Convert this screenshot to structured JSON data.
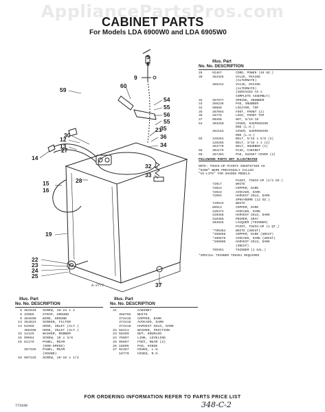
{
  "watermark": "AppliancePartsPros.com",
  "title": "CABINET PARTS",
  "subtitle": "For Models LDA 6900W0 and LDA 6905W0",
  "diagram_code": "A-2777",
  "right_table": {
    "header_1": "Illus. Part",
    "header_2": "No.   No.          DESCRIPTION",
    "rows": [
      [
        "28",
        "92467",
        "CORD, POWER (40 HZ.)"
      ],
      [
        "30",
        "363425",
        "VALVE, MIXING"
      ],
      [
        "",
        "",
        "(ALTERNATE)"
      ],
      [
        "",
        "365212",
        "VALVE, MIXING"
      ],
      [
        "",
        "",
        "(ALTERNATE)"
      ],
      [
        "",
        "",
        "(SERVICED AS A"
      ],
      [
        "",
        "",
        "COMPLETE ASSEMBLY)"
      ],
      [
        "32",
        "357077",
        "SPRING, SNUBBER"
      ],
      [
        "33",
        "356236",
        "PAD, SNUBBER"
      ],
      [
        "34",
        "90689",
        "LOCATOR, TOP"
      ],
      [
        "35",
        "367094",
        "FOOT, FRONT (2)"
      ],
      [
        "36",
        "18778",
        "LOCK, FRONT TOP"
      ],
      [
        "37",
        "90486",
        "NUT, 5/16-18"
      ],
      [
        "54",
        "303250",
        "COVER, SUSPENSION"
      ],
      [
        "",
        "",
        "ROD (L.H.)"
      ],
      [
        "",
        "352163",
        "COVER, SUSPENSION"
      ],
      [
        "",
        "",
        "ROD (L.H.)"
      ],
      [
        "55",
        "126261",
        "BOLT, 5/16 x 5/8 (2)"
      ],
      [
        "",
        "126268",
        "BOLT, 3/16 x 1 (2)"
      ],
      [
        "",
        "353770",
        "BOLT, SNUBBER (1)"
      ],
      [
        "58",
        "301179",
        "PLUG, CABINET"
      ],
      [
        "60",
        "357404",
        "PAD, GUSSET COVER (2)"
      ]
    ],
    "following_note": "FOLLOWING PARTS NOT ILLUSTRATED",
    "note_lines": [
      "NOTE: TOUCH-UP PAINTS IDENTIFIED AS",
      "\"DARK\" WERE PREVIOUSLY CALLED",
      "\"HI-LITE\" FOR SHADED MODELS."
    ],
    "paint_rows": [
      [
        "",
        "PAINT, TOUCH-UP (1/2 OZ.)"
      ],
      [
        "72017",
        "WHITE"
      ],
      [
        "72024",
        "COPPER, DARK"
      ],
      [
        "72023",
        "AVOCADO, DARK"
      ],
      [
        "72092",
        "HARVEST GOLD, DARK"
      ],
      [
        "",
        "SPRAYBOMB (12 OZ.)"
      ],
      [
        "719543",
        "WHITE"
      ],
      [
        "86913",
        "COPPER, DARK"
      ],
      [
        "310372",
        "AVOCADO, DARK"
      ],
      [
        "310358",
        "HARVEST GOLD, DARK"
      ],
      [
        "310388",
        "PRIMER, GRAY"
      ],
      [
        "304925",
        "LACQUER (THINNER)"
      ],
      [
        "",
        "PAINT, TOUCH-UP (1 QT.)"
      ],
      [
        "*799364",
        "WHITE (UNCUT)"
      ],
      [
        "*350858",
        "COPPER, DARK (UNCUT)"
      ],
      [
        "*350679",
        "AVOCADO, DARK (UNCUT)"
      ],
      [
        "*350680",
        "HARVEST GOLD, DARK"
      ],
      [
        "",
        "(UNCUT)"
      ],
      [
        "799351",
        "THINNER (1 GAL.)"
      ]
    ],
    "special_note": "*SPECIAL THINNER 799351 REQUIRED"
  },
  "left_table": {
    "header_1": "Illus. Part",
    "header_2": "No.   No.        DESCRIPTION",
    "rows": [
      [
        "5",
        "352648",
        "SCREW, 10-24 x 1"
      ],
      [
        "6",
        "33985",
        "STRAP, GROUND"
      ],
      [
        "9",
        "364609",
        "WIRE, GROUND"
      ],
      [
        "13",
        "353823",
        "SCREEN, FILTER"
      ],
      [
        "14",
        "51559",
        "HOSE, INLET (ALT.)"
      ],
      [
        "",
        "366408",
        "HOSE, INLET (ALT.)"
      ],
      [
        "15",
        "14125",
        "WASHER, RUBBER"
      ],
      [
        "16",
        "90564",
        "SCREW, 10 x 3/8"
      ],
      [
        "18",
        "81179",
        "PANEL, REAR"
      ],
      [
        "",
        "",
        "(NON-SPEED)"
      ],
      [
        "",
        "357325",
        "PANEL, REAR"
      ],
      [
        "",
        "",
        "(SOUND)"
      ],
      [
        "19",
        "907126",
        "SCREW, 10-16 x 1/2"
      ]
    ]
  },
  "mid_table": {
    "header_1": "Illus. Part",
    "header_2": "No.   No.        DESCRIPTION",
    "rows": [
      [
        "21",
        "",
        "CABINET"
      ],
      [
        "",
        "368702",
        "WHITE"
      ],
      [
        "",
        "374415",
        "COPPER, DARK"
      ],
      [
        "",
        "374416",
        "AVOCADO, DARK"
      ],
      [
        "",
        "374418",
        "HARVEST GOLD, DARK"
      ],
      [
        "22",
        "58411",
        "WASHER, FRICTION"
      ],
      [
        "23",
        "58459",
        "NUT, KNURLED"
      ],
      [
        "24",
        "75897",
        "LINK, LEVELING"
      ],
      [
        "25",
        "95897",
        "FOOT, REAR (2)"
      ],
      [
        "26",
        "18895",
        "PAD, HINGE"
      ],
      [
        "27",
        "92467",
        "HINGE, L.H."
      ],
      [
        "",
        "18770",
        "HINGE, R.H."
      ]
    ]
  },
  "callouts": {
    "c5": "5",
    "c6": "6",
    "c9": "9",
    "c59": "59",
    "c60": "60",
    "c54": "54",
    "c55": "55",
    "c56": "56",
    "c35": "35",
    "c36": "36",
    "c21": "21",
    "c34": "34",
    "c30": "30",
    "c12": "12",
    "c13": "13",
    "c27": "27",
    "c14": "14",
    "c28": "28",
    "c32": "32",
    "c33": "33",
    "c15": "15",
    "c16": "16",
    "c19": "19",
    "c22": "22",
    "c23": "23",
    "c24": "24",
    "c25": "25",
    "c37": "37"
  },
  "footer": "FOR ORDERING INFORMATION REFER TO PARTS PRICE LIST",
  "page_code": "773100",
  "handwritten": "348-C-2"
}
